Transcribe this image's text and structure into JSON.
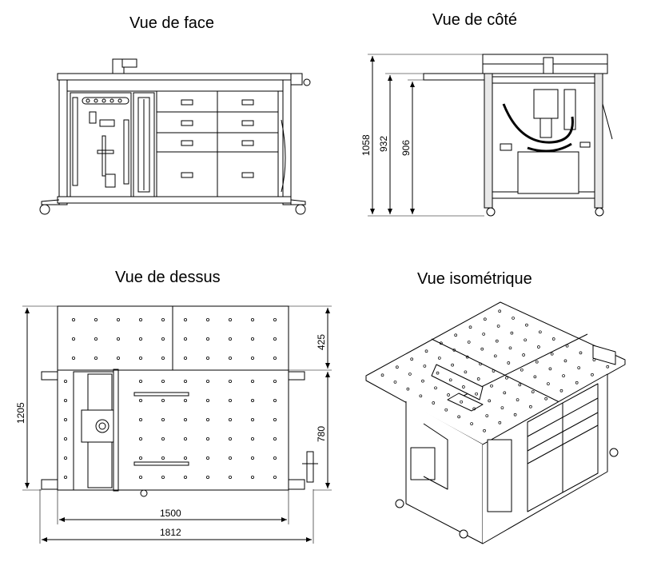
{
  "views": {
    "front": {
      "title": "Vue de face"
    },
    "side": {
      "title": "Vue de côté"
    },
    "top": {
      "title": "Vue de dessus"
    },
    "iso": {
      "title": "Vue isométrique"
    }
  },
  "dimensions": {
    "side_total_height": "1058",
    "side_table_height": "932",
    "side_inner_height": "906",
    "top_depth": "1205",
    "top_extension": "425",
    "top_main_depth": "780",
    "top_width": "1500",
    "top_total_width": "1812"
  },
  "colors": {
    "line": "#000000",
    "fill": "#ffffff",
    "frame": "#e8e8e8"
  }
}
